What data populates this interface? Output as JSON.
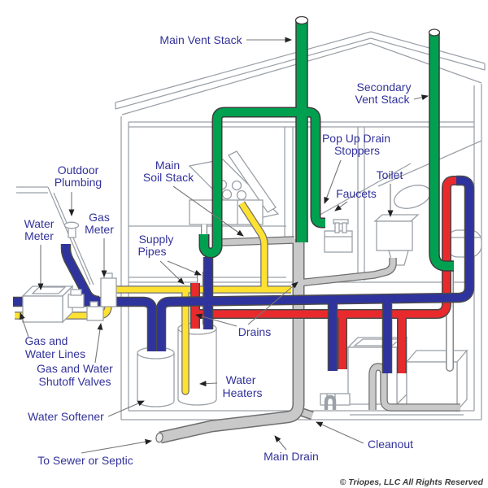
{
  "diagram": {
    "title_hint": "Residential plumbing system cutaway diagram",
    "labels": {
      "main_vent_stack": "Main Vent Stack",
      "secondary_vent_stack_1": "Secondary",
      "secondary_vent_stack_2": "Vent Stack",
      "pop_up_1": "Pop Up Drain",
      "pop_up_2": "Stoppers",
      "toilet": "Toilet",
      "faucets": "Faucets",
      "main_soil_stack_1": "Main",
      "main_soil_stack_2": "Soil Stack",
      "outdoor_plumbing_1": "Outdoor",
      "outdoor_plumbing_2": "Plumbing",
      "water_meter_1": "Water",
      "water_meter_2": "Meter",
      "gas_meter_1": "Gas",
      "gas_meter_2": "Meter",
      "supply_pipes_1": "Supply",
      "supply_pipes_2": "Pipes",
      "gas_water_lines_1": "Gas and",
      "gas_water_lines_2": "Water Lines",
      "shutoff_valves_1": "Gas and Water",
      "shutoff_valves_2": "Shutoff Valves",
      "water_softener": "Water Softener",
      "water_heaters_1": "Water",
      "water_heaters_2": "Heaters",
      "drains": "Drains",
      "main_drain": "Main Drain",
      "cleanout": "Cleanout",
      "to_sewer": "To Sewer or Septic",
      "copyright": "© Triopes, LLC All Rights Reserved"
    },
    "colors": {
      "label_text": "#32329B",
      "vent_pipe_green": "#00A051",
      "cold_water_blue": "#2F339E",
      "hot_water_red": "#E92A2D",
      "gas_line_yellow": "#FFE132",
      "drain_pipe_gray": "#C9C9C9",
      "structure_gray": "#9BA1A8",
      "leader_line": "#777777"
    }
  }
}
